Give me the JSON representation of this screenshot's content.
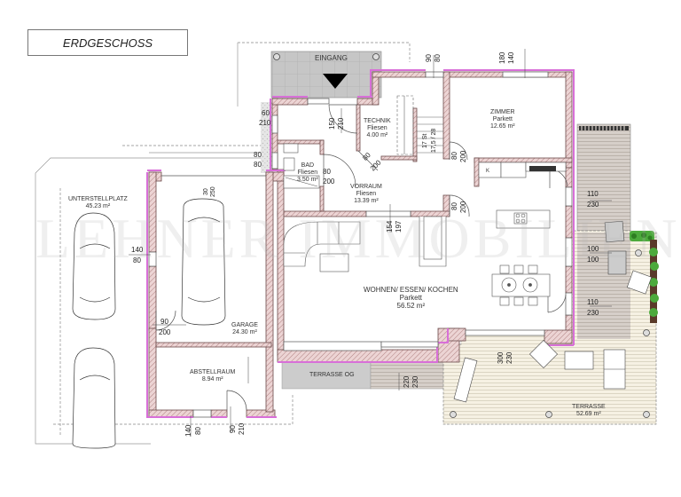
{
  "plan": {
    "title": "ERDGESCHOSS",
    "watermark": "LEHNER IMMOBILIEN",
    "colors": {
      "wall_fill": "#e8c9c9",
      "wall_outer": "#d86fd8",
      "wall_stroke": "#6b4a4a",
      "terrace_wood": "#f4efe0",
      "terrace_upper": "#d3cdc8",
      "paving": "#c8c8c8",
      "greenery": "#4caa3c"
    }
  },
  "rooms": {
    "eingang": {
      "name": "EINGANG"
    },
    "technik": {
      "name": "TECHNIK",
      "floor": "Fliesen",
      "area": "4.00 m²"
    },
    "zimmer": {
      "name": "ZIMMER",
      "floor": "Parkett",
      "area": "12.65 m²"
    },
    "bad": {
      "name": "BAD",
      "floor": "Fliesen",
      "area": "3.50 m²"
    },
    "vorraum": {
      "name": "VORRAUM",
      "floor": "Fliesen",
      "area": "13.39 m²"
    },
    "unterstellplatz": {
      "name": "UNTERSTELLPLATZ",
      "area": "45.23 m²"
    },
    "garage": {
      "name": "GARAGE",
      "area": "24.30 m²"
    },
    "wohnen": {
      "name": "WOHNEN/ ESSEN/ KOCHEN",
      "floor": "Parkett",
      "area": "56.52 m²"
    },
    "abstellraum": {
      "name": "ABSTELLRAUM",
      "area": "8.94 m²"
    },
    "terrasse_og": {
      "name": "TERRASSE OG"
    },
    "terrasse": {
      "name": "TERRASSE",
      "area": "52.69 m²"
    }
  },
  "dimensions": {
    "eingang_window_a": "90",
    "eingang_window_b": "80",
    "zimmer_window_a": "180",
    "zimmer_window_b": "140",
    "entry_side_a": "60",
    "entry_side_b": "210",
    "entry_door_a": "150",
    "entry_door_b": "210",
    "technik_door_a": "80",
    "technik_door_b": "200",
    "stairs_a": "17 St",
    "stairs_b": "17,5 / 28",
    "zimmer_door_a": "80",
    "zimmer_door_b": "200",
    "carport_a": "80",
    "carport_b": "80",
    "bad_door_a": "80",
    "bad_door_b": "200",
    "garage_gate_a": "30",
    "garage_gate_b": "250",
    "vorraum_kitchen_door_a": "80",
    "vorraum_kitchen_door_b": "200",
    "living_opening_a": "154",
    "living_opening_b": "197",
    "east_window1_a": "110",
    "east_window1_b": "230",
    "east_window2_a": "100",
    "east_window2_b": "100",
    "east_window3_a": "110",
    "east_window3_b": "230",
    "garage_side_a": "140",
    "garage_side_b": "80",
    "garage_door_a": "90",
    "garage_door_b": "200",
    "south_window_a": "300",
    "south_window_b": "230",
    "og_window_a": "220",
    "og_window_b": "230",
    "abst_window_a": "140",
    "abst_window_b": "80",
    "abst_door_a": "90",
    "abst_door_b": "210"
  },
  "kitchen": {
    "fridge_label": "K"
  }
}
